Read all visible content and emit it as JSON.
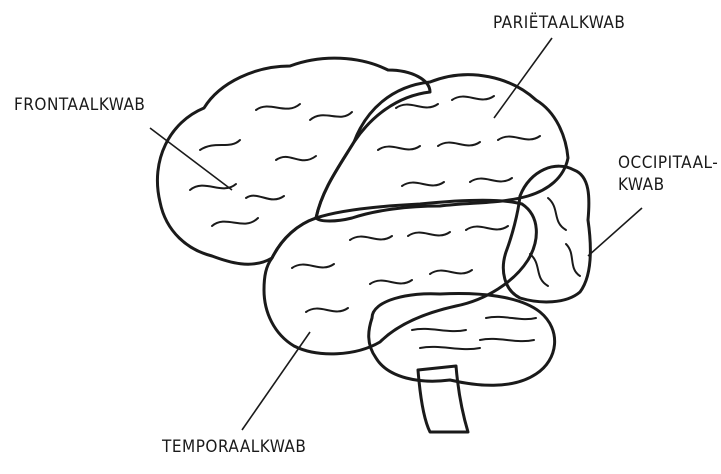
{
  "labels": {
    "frontal": "FRONTAALKWAB",
    "parietal": "PARIËTAALKWAB",
    "occipital_line1": "OCCIPITAAL-",
    "occipital_line2": "KWAB",
    "temporal": "TEMPORAALKWAB"
  },
  "colors": {
    "frontal": "#e8303a",
    "parietal": "#f6c60f",
    "temporal": "#5a4f9a",
    "occipital": "#3a9a45",
    "cerebellum": "#78c6ec",
    "brainstem": "#ffffff",
    "outline": "#1a1a1a"
  }
}
